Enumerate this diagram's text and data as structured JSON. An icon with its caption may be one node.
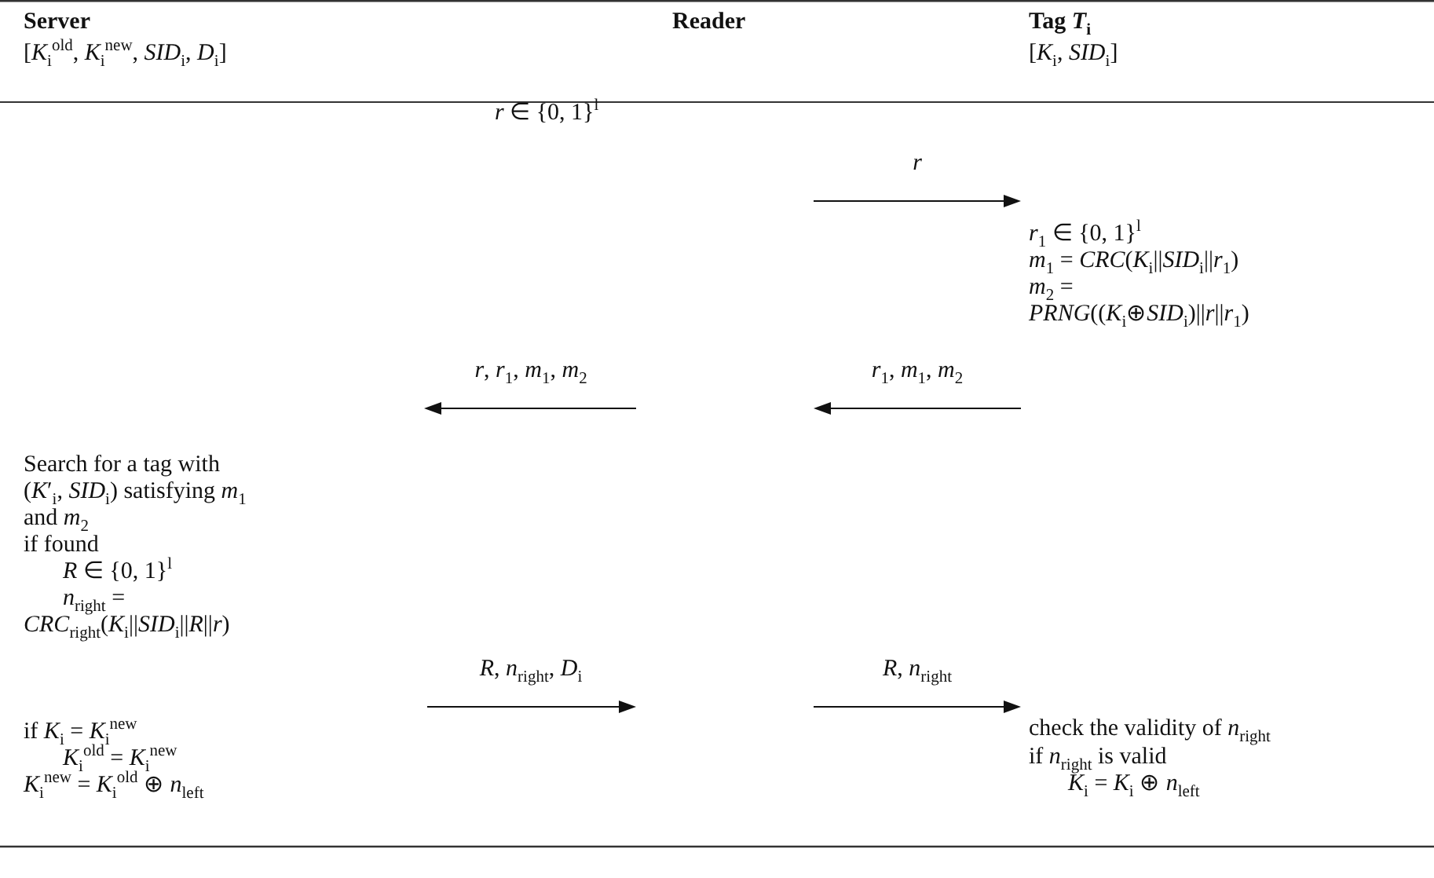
{
  "diagram": {
    "labels": [
      "Server",
      "Reader",
      "Tag *T*$_{i}$",
      "[*K*$_{i}$$^{old}$, *K*$_{i}$$^{new}$, *SID*$_{i}$, *D*$_{i}$]",
      "[*K*$_{i}$, *SID*$_{i}$]",
      "*r* ∈ {0, 1}$^{l}$",
      "*r*",
      "*r*$_{1}$ ∈ {0, 1}$^{l}$",
      "*m*$_{1}$ = *CRC*(*K*$_{i}$||*SID*$_{i}$||*r*$_{1}$)",
      "*m*$_{2}$ = *PRNG*((*K*$_{i}$⊕*SID*$_{i}$)||*r*||*r*$_{1}$)",
      "*r*, *r*$_{1}$, *m*$_{1}$, *m*$_{2}$",
      "*r*$_{1}$, *m*$_{1}$, *m*$_{2}$",
      "Search for a tag with (*K*′$_{i}$, *SID*$_{i}$) satisfying *m*$_{1}$ and *m*$_{2}$",
      "if found",
      "*R* ∈ {0, 1}$^{l}$",
      "*n*$_{right}$ = *CRC*$_{right}$(*K*$_{i}$||*SID*$_{i}$||*R*||*r*)",
      "*R*, *n*$_{right}$, *D*$_{i}$",
      "*R*, *n*$_{right}$",
      "if *K*$_{i}$ = *K*$_{i}$$^{new}$",
      "check the validity of *n*$_{right}$",
      "*K*$_{i}$$^{old}$ = *K*$_{i}$$^{new}$",
      "if *n*$_{right}$ is valid",
      "*K*$_{i}$$^{new}$ = *K*$_{i}$$^{old}$ ⊕ *n*$_{left}$",
      "*K*$_{i}$ = *K*$_{i}$ ⊕ *n*$_{left}$"
    ]
  }
}
